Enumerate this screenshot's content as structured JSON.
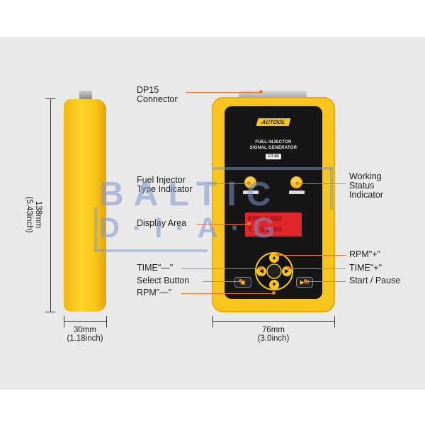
{
  "labels": {
    "dp15_line1": "DP15",
    "dp15_line2": "Connector",
    "fuel_injector_line1": "Fuel Injector",
    "fuel_injector_line2": "Type Indicator",
    "working_line1": "Working",
    "working_line2": "Status",
    "working_line3": "Indicator",
    "display_area": "Display Area",
    "rpm_plus": "RPM\"+\"",
    "time_minus": "TIME\"—\"",
    "time_plus": "TIME\"+\"",
    "select_button": "Select Button",
    "start_pause": "Start / Pause",
    "rpm_minus": "RPM\"—\""
  },
  "dimensions": {
    "height_mm": "138mm",
    "height_inch": "(5.43inch)",
    "side_width_mm": "30mm",
    "side_width_inch": "(1.18inch)",
    "front_width_mm": "76mm",
    "front_width_inch": "(3.0inch)"
  },
  "device": {
    "brand": "AUTOOL",
    "title_line1": "FUEL INJECTOR",
    "title_line2": "SIGNAL GENERATOR",
    "model": "CT 60",
    "lcd_line1": "RPM:1000",
    "lcd_line2": "T: 01:00",
    "key_start": "▶/II"
  },
  "watermark": {
    "line1": "BALTIC",
    "line2": "D·I·A·G"
  },
  "colors": {
    "accent": "#f07830",
    "device_yellow": "#f7c51e",
    "lcd_red": "#e0252b"
  }
}
